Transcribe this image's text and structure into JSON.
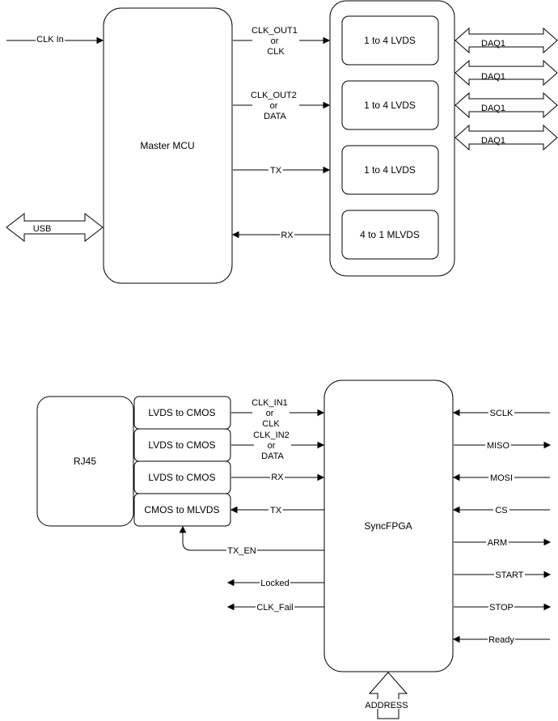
{
  "top": {
    "clk_in": "CLK In",
    "usb": "USB",
    "master_mcu": "Master MCU",
    "clk_out1": [
      "CLK_OUT1",
      "or",
      "CLK"
    ],
    "clk_out2": [
      "CLK_OUT2",
      "or",
      "DATA"
    ],
    "tx": "TX",
    "rx": "RX",
    "drivers": [
      "1 to 4 LVDS",
      "1 to 4 LVDS",
      "1 to 4 LVDS",
      "4 to 1 MLVDS"
    ],
    "daq": [
      "DAQ1",
      "DAQ1",
      "DAQ1",
      "DAQ1"
    ]
  },
  "bottom": {
    "rj45": "RJ45",
    "converters": [
      "LVDS to CMOS",
      "LVDS to CMOS",
      "LVDS to CMOS",
      "CMOS to MLVDS"
    ],
    "clk_in1": [
      "CLK_IN1",
      "or",
      "CLK"
    ],
    "clk_in2": [
      "CLK_IN2",
      "or",
      "DATA"
    ],
    "rx": "RX",
    "tx": "TX",
    "tx_en": "TX_EN",
    "locked": "Locked",
    "clk_fail": "CLK_Fail",
    "sync_fpga": "SyncFPGA",
    "right_signals": [
      "SCLK",
      "MISO",
      "MOSI",
      "CS",
      "ARM",
      "START",
      "STOP",
      "Ready"
    ],
    "address": "ADDRESS"
  }
}
